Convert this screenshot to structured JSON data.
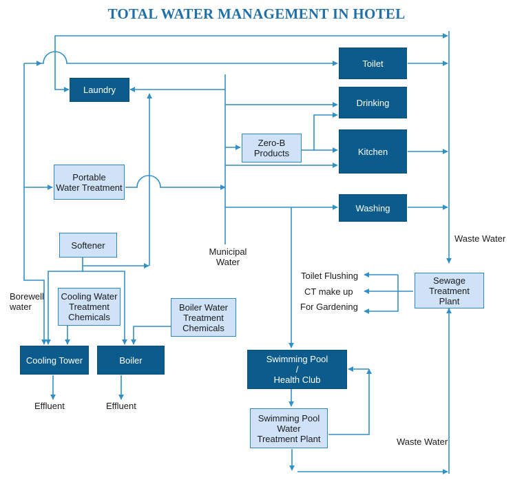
{
  "title": "TOTAL WATER MANAGEMENT IN HOTEL",
  "colors": {
    "line": "#2f8fc8",
    "dark_box": "#0b5c8c",
    "light_box": "#cfe2f8"
  },
  "nodes": {
    "toilet": "Toilet",
    "laundry": "Laundry",
    "drinking": "Drinking",
    "zero_b": "Zero-B\nProducts",
    "kitchen": "Kitchen",
    "portable": "Portable\nWater Treatment",
    "washing": "Washing",
    "softener": "Softener",
    "cooling_chem": "Cooling Water\nTreatment\nChemicals",
    "boiler_chem": "Boiler Water\nTreatment\nChemicals",
    "sewage": "Sewage\nTreatment\nPlant",
    "cooling_tower": "Cooling Tower",
    "boiler": "Boiler",
    "swimming_pool": "Swimming Pool\n/\nHealth Club",
    "pool_treatment": "Swimming Pool\nWater\nTreatment Plant"
  },
  "labels": {
    "municipal": "Municipal\nWater",
    "borewell": "Borewell\nwater",
    "waste_water_top": "Waste Water",
    "waste_water_bottom": "Waste Water",
    "toilet_flushing": "Toilet Flushing",
    "ct_makeup": "CT make up",
    "gardening": "For Gardening",
    "effluent_cooling": "Effluent",
    "effluent_boiler": "Effluent"
  }
}
